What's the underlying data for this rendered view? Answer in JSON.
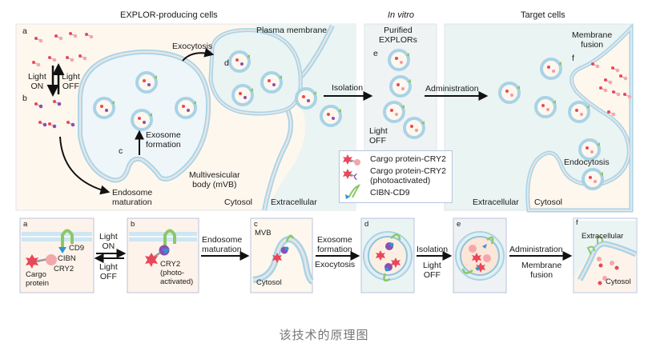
{
  "top_panel": {
    "section_titles": {
      "producing": "EXPLOR-producing cells",
      "in_vitro": "In vitro",
      "target": "Target cells"
    },
    "panel_letters": [
      "a",
      "b",
      "c",
      "d",
      "e",
      "f"
    ],
    "labels": {
      "light_on": "Light\nON",
      "light_on_1": "Light",
      "light_on_2": "ON",
      "light_off_1": "Light",
      "light_off_2": "OFF",
      "exocytosis": "Exocytosis",
      "plasma_membrane": "Plasma membrane",
      "exosome_formation_1": "Exosome",
      "exosome_formation_2": "formation",
      "endosome_maturation_1": "Endosome",
      "endosome_maturation_2": "maturation",
      "mvb_1": "Multivesicular",
      "mvb_2": "body (mVB)",
      "cytosol_left": "Cytosol",
      "extracellular_left": "Extracellular",
      "isolation": "Isolation",
      "purified_1": "Purified",
      "purified_2": "EXPLORs",
      "light_off_invitro_1": "Light",
      "light_off_invitro_2": "OFF",
      "administration": "Administration",
      "membrane_fusion_1": "Membrane",
      "membrane_fusion_2": "fusion",
      "endocytosis": "Endocytosis",
      "extracellular_right": "Extracellular",
      "cytosol_right": "Cytosol"
    },
    "legend": [
      {
        "icon": "cargo-cry2-icon",
        "label": "Cargo protein-CRY2"
      },
      {
        "icon": "cargo-cry2-photoactivated-icon",
        "label_1": "Cargo protein-CRY2",
        "label_2": "(photoactivated)"
      },
      {
        "icon": "cibn-cd9-icon",
        "label": "CIBN-CD9"
      }
    ]
  },
  "bottom_panel": {
    "steps": [
      {
        "letter": "a",
        "labels": {
          "cd9": "CD9",
          "cibn": "CIBN",
          "cry2": "CRY2",
          "cargo_1": "Cargo",
          "cargo_2": "protein"
        }
      },
      {
        "letter": "b",
        "labels": {
          "cry2": "CRY2",
          "photo_1": "(photo-",
          "photo_2": "activated)"
        }
      },
      {
        "letter": "c",
        "labels": {
          "mvb": "MVB",
          "cytosol": "Cytosol"
        }
      },
      {
        "letter": "d"
      },
      {
        "letter": "e"
      },
      {
        "letter": "f",
        "labels": {
          "extracellular": "Extracellular",
          "cytosol": "Cytosol"
        }
      }
    ],
    "arrows": [
      {
        "top_1": "Light",
        "top_2": "ON",
        "bottom_1": "Light",
        "bottom_2": "OFF"
      },
      {
        "top_1": "Endosome",
        "top_2": "maturation"
      },
      {
        "top_1": "Exosome",
        "top_2": "formation",
        "bottom_1": "Exocytosis"
      },
      {
        "top_1": "Isolation",
        "bottom_1": "Light",
        "bottom_2": "OFF"
      },
      {
        "top_1": "Administration",
        "bottom_1": "Membrane",
        "bottom_2": "fusion"
      }
    ]
  },
  "caption": "该技术的原理图",
  "colors": {
    "cytosol_bg": "#fdf7ee",
    "extracellular_bg": "#eaf4f3",
    "membrane": "#a9d3e6",
    "membrane_inner": "#e3e6e8",
    "cargo_red": "#e8485a",
    "cry2_pink": "#f09aa2",
    "cry2_purple": "#8b4fb0",
    "cibn_blue": "#2c95d6",
    "cd9_green": "#8cc866",
    "panel_border": "#b9c3dd"
  }
}
